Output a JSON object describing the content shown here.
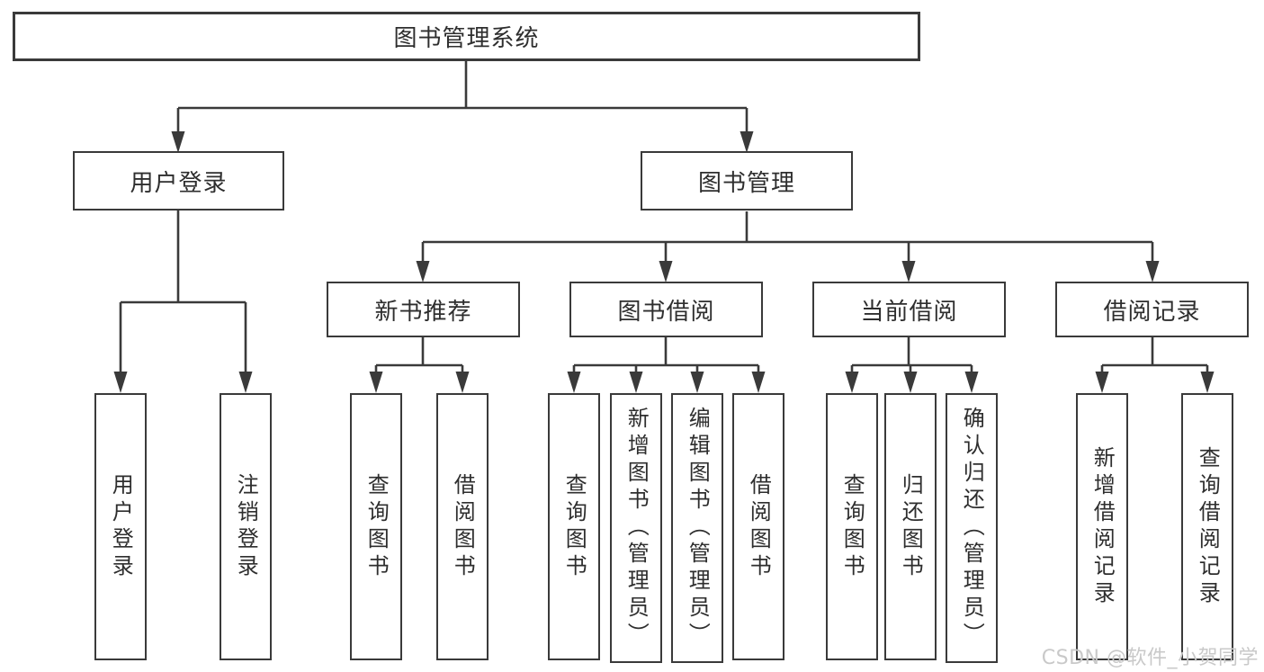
{
  "diagram": {
    "root": {
      "label": "图书管理系统"
    },
    "level2": [
      {
        "label": "用户登录"
      },
      {
        "label": "图书管理"
      }
    ],
    "level3": [
      {
        "label": "新书推荐"
      },
      {
        "label": "图书借阅"
      },
      {
        "label": "当前借阅"
      },
      {
        "label": "借阅记录"
      }
    ],
    "leaves": {
      "user_login": [
        "用户登录",
        "注销登录"
      ],
      "new_books": [
        "查询图书",
        "借阅图书"
      ],
      "book_borrow": [
        "查询图书",
        "新增图书（管理员）",
        "编辑图书（管理员）",
        "借阅图书"
      ],
      "current_borrow": [
        "查询图书",
        "归还图书",
        "确认归还（管理员）"
      ],
      "borrow_records": [
        "新增借阅记录",
        "查询借阅记录"
      ]
    }
  },
  "watermark": {
    "text": "CSDN @软件_小贺同学"
  },
  "colors": {
    "line": "#3a3a3a",
    "box_border": "#3a3a3a",
    "box_fill": "#ffffff",
    "text": "#2e2e2e",
    "watermark": "#c9c9c9",
    "background": "#ffffff"
  }
}
